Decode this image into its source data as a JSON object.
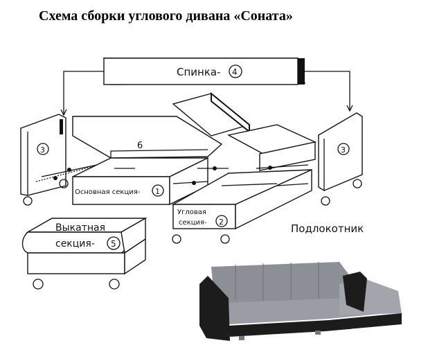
{
  "title": "Схема сборки углового дивана «Соната»",
  "parts": {
    "back": {
      "label": "Спинка-",
      "num": "4"
    },
    "armrest_left": {
      "num": "3"
    },
    "armrest_right": {
      "num": "3"
    },
    "lid": {
      "num": "6"
    },
    "main_section": {
      "label": "Основная секция-",
      "num": "1"
    },
    "corner_section": {
      "line1": "Угловая",
      "line2": "секция-",
      "num": "2"
    },
    "pullout_section": {
      "line1": "Выкатная",
      "line2": "секция-",
      "num": "5"
    },
    "armrest_caption": "Подлокотник"
  },
  "colors": {
    "line": "#111111",
    "fabric": "#8c9096",
    "leather": "#1c1c1c"
  }
}
